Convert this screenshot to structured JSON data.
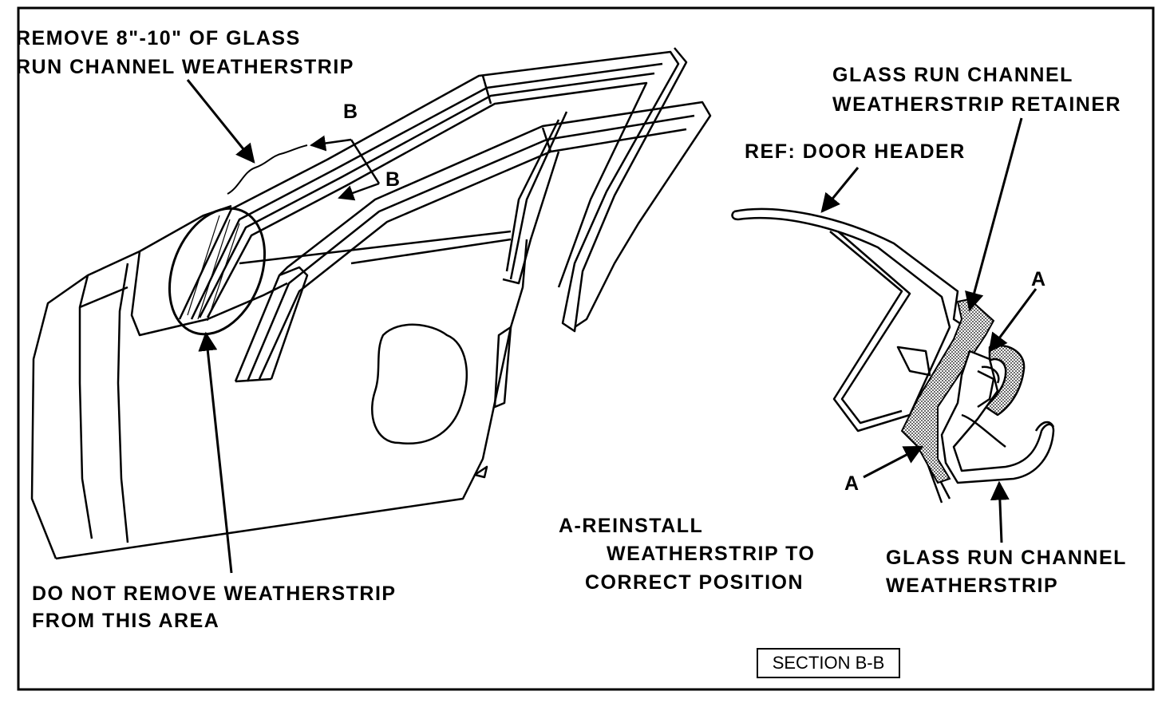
{
  "labels": {
    "remove_line1": "REMOVE 8\"-10\" OF GLASS",
    "remove_line2": "RUN CHANNEL WEATHERSTRIP",
    "do_not_line1": "DO NOT REMOVE WEATHERSTRIP",
    "do_not_line2": "FROM THIS AREA",
    "retainer_line1": "GLASS RUN CHANNEL",
    "retainer_line2": "WEATHERSTRIP RETAINER",
    "door_header": "REF: DOOR HEADER",
    "reinstall_line1": "A-REINSTALL",
    "reinstall_line2": "WEATHERSTRIP TO",
    "reinstall_line3": "CORRECT POSITION",
    "weatherstrip_line1": "GLASS RUN CHANNEL",
    "weatherstrip_line2": "WEATHERSTRIP",
    "section": "SECTION B-B",
    "b_upper": "B",
    "b_lower": "B",
    "a_upper": "A",
    "a_lower": "A"
  },
  "colors": {
    "ink": "#000000",
    "paper": "#ffffff",
    "stipple": "#bfbfbf"
  }
}
